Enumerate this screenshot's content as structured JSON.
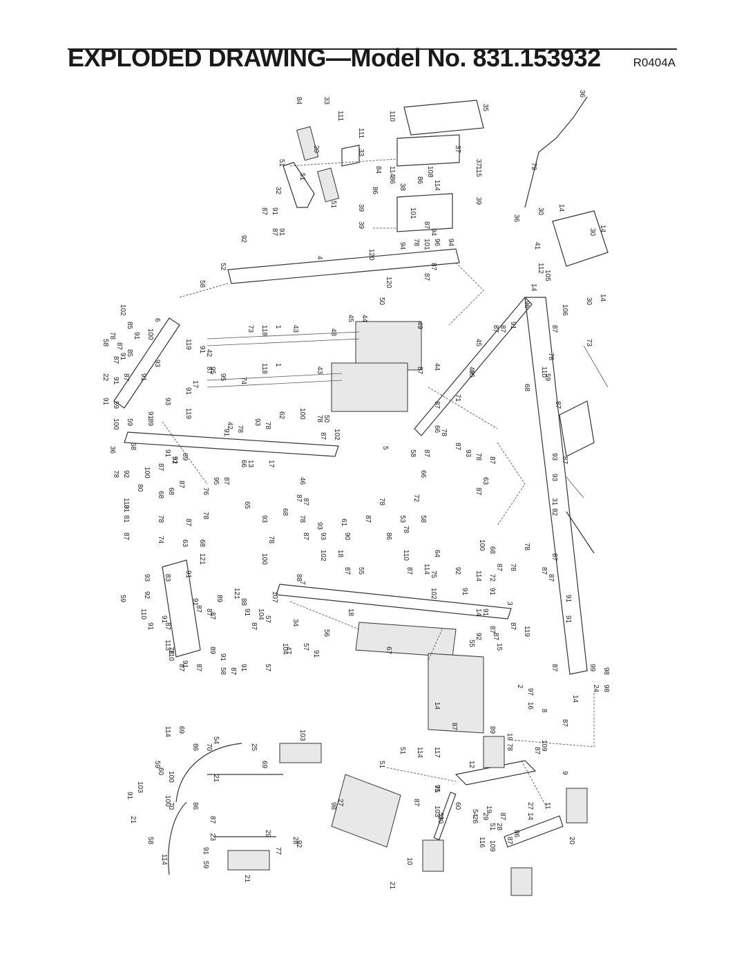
{
  "page": {
    "title": "EXPLODED DRAWING—Model No. 831.153932",
    "code": "R0404A"
  },
  "callouts": [
    "84",
    "33",
    "111",
    "110",
    "35",
    "36",
    "20",
    "51",
    "111",
    "33",
    "37",
    "37",
    "115",
    "79",
    "32",
    "51",
    "84",
    "114",
    "86",
    "108",
    "114",
    "87",
    "91",
    "51",
    "86",
    "38",
    "86",
    "39",
    "30",
    "14",
    "87",
    "91",
    "39",
    "101",
    "87",
    "94",
    "39",
    "36",
    "30",
    "14",
    "92",
    "4",
    "120",
    "94",
    "78",
    "101",
    "96",
    "94",
    "41",
    "52",
    "58",
    "120",
    "87",
    "87",
    "112",
    "105",
    "14",
    "102",
    "6",
    "100",
    "50",
    "45",
    "44",
    "49",
    "96",
    "106",
    "30",
    "14",
    "58",
    "85",
    "78",
    "87",
    "91",
    "73",
    "118",
    "1",
    "43",
    "48",
    "87",
    "87",
    "91",
    "87",
    "87",
    "85",
    "91",
    "119",
    "91",
    "93",
    "42",
    "95",
    "118",
    "1",
    "43",
    "45",
    "73",
    "22",
    "91",
    "87",
    "91",
    "87",
    "95",
    "74",
    "87",
    "49",
    "78",
    "110",
    "59",
    "91",
    "59",
    "93",
    "119",
    "17",
    "91",
    "42",
    "78",
    "93",
    "62",
    "100",
    "78",
    "50",
    "44",
    "85",
    "68",
    "100",
    "59",
    "91",
    "89",
    "91",
    "78",
    "87",
    "102",
    "87",
    "71",
    "87",
    "36",
    "58",
    "91",
    "52",
    "89",
    "66",
    "78",
    "87",
    "93",
    "78",
    "92",
    "100",
    "87",
    "91",
    "66",
    "13",
    "17",
    "5",
    "58",
    "87",
    "78",
    "93",
    "80",
    "87",
    "95",
    "87",
    "46",
    "87",
    "66",
    "63",
    "87",
    "87",
    "110",
    "31",
    "68",
    "68",
    "76",
    "65",
    "87",
    "78",
    "72",
    "87",
    "93",
    "81",
    "78",
    "87",
    "78",
    "93",
    "68",
    "78",
    "93",
    "61",
    "87",
    "53",
    "58",
    "31",
    "87",
    "74",
    "63",
    "68",
    "78",
    "87",
    "93",
    "90",
    "86",
    "78",
    "82",
    "121",
    "100",
    "102",
    "18",
    "110",
    "64",
    "100",
    "78",
    "93",
    "91",
    "88",
    "87",
    "55",
    "114",
    "75",
    "92",
    "68",
    "87",
    "83",
    "7",
    "87",
    "114",
    "72",
    "87",
    "78",
    "87",
    "87",
    "59",
    "92",
    "91",
    "87",
    "89",
    "121",
    "88",
    "107",
    "102",
    "91",
    "91",
    "91",
    "110",
    "91",
    "87",
    "87",
    "91",
    "104",
    "14",
    "91",
    "87",
    "119",
    "91",
    "87",
    "87",
    "57",
    "18",
    "3",
    "87",
    "113",
    "78",
    "89",
    "34",
    "55",
    "92",
    "91",
    "110",
    "91",
    "91",
    "104",
    "56",
    "67",
    "15",
    "87",
    "87",
    "87",
    "58",
    "87",
    "91",
    "57",
    "47",
    "57",
    "91",
    "87",
    "2",
    "97",
    "99",
    "98",
    "14",
    "24",
    "98",
    "14",
    "16",
    "8",
    "87",
    "114",
    "69",
    "103",
    "54",
    "87",
    "89",
    "19",
    "109",
    "59",
    "60",
    "100",
    "86",
    "70",
    "25",
    "51",
    "114",
    "117",
    "78",
    "87",
    "91",
    "103",
    "69",
    "51",
    "12",
    "9",
    "21",
    "100",
    "70",
    "86",
    "21",
    "87",
    "29",
    "28",
    "27",
    "91",
    "87",
    "20",
    "60",
    "26",
    "29",
    "51",
    "28",
    "27",
    "11",
    "58",
    "114",
    "23",
    "91",
    "92",
    "77",
    "98",
    "75",
    "103",
    "51",
    "54",
    "19",
    "87",
    "14",
    "59",
    "21",
    "10",
    "109",
    "87",
    "86",
    "116",
    "20",
    "21"
  ]
}
